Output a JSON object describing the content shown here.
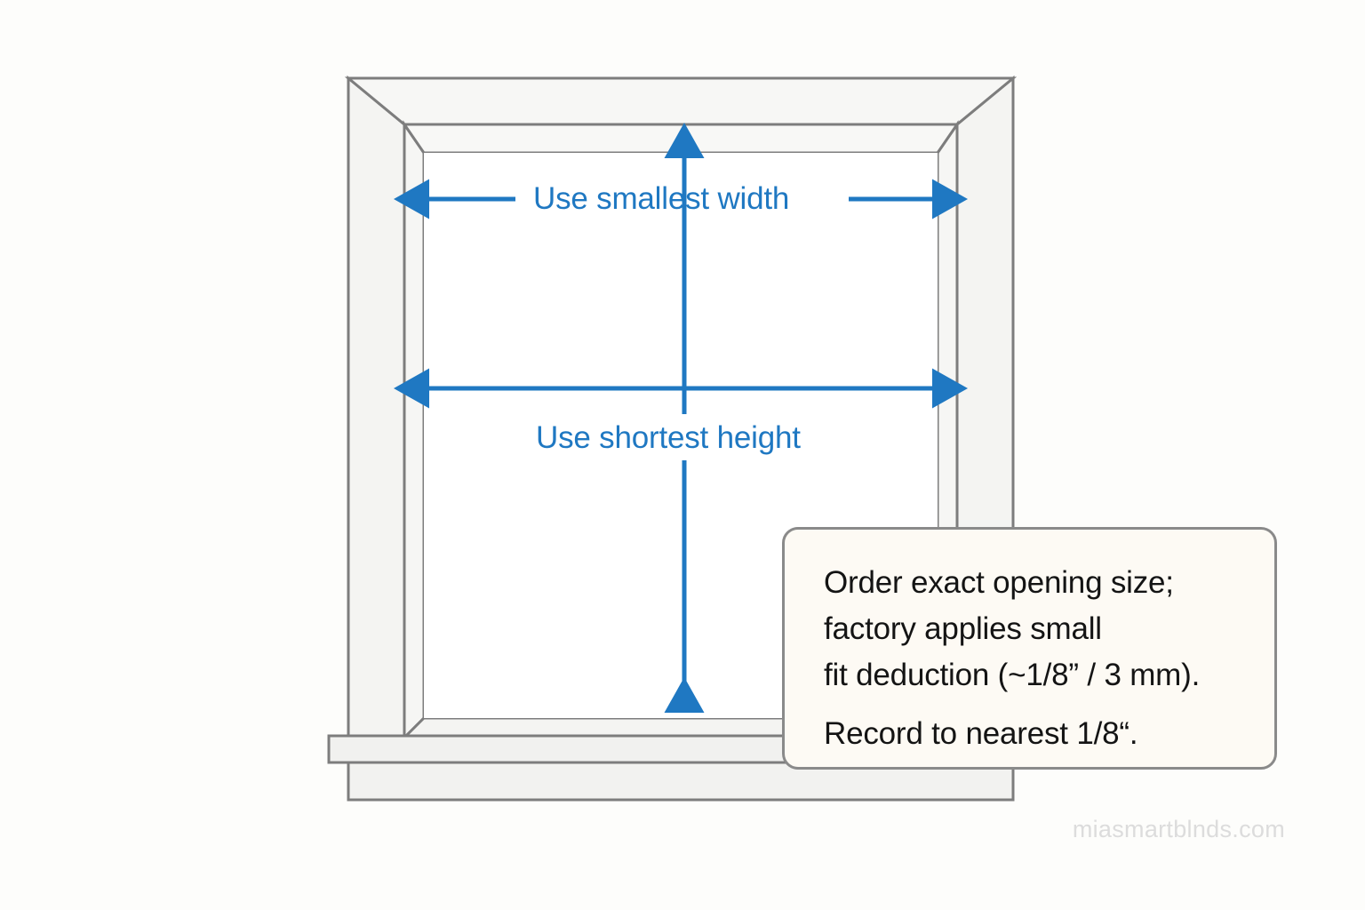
{
  "page": {
    "background_color": "#fdfdfb",
    "type": "instructional-diagram",
    "subject": "window-measurement"
  },
  "diagram": {
    "name": "window-opening-measurement",
    "frame": {
      "outer_casing_color": "#f3f3f1",
      "inner_jamb_color": "#f7f7f5",
      "stroke_color": "#7d7d7d",
      "opening_fill": "#ffffff",
      "sill_color": "#f1f1ef",
      "apron_color": "#f2f2f0"
    },
    "measurements": [
      {
        "id": "width-measure",
        "label": "Use smallest width",
        "orientation": "horizontal",
        "color": "#1f78c2",
        "position": "top"
      },
      {
        "id": "height-measure",
        "label": "Use shortest height",
        "orientation": "vertical",
        "color": "#1f78c2",
        "position": "center"
      },
      {
        "id": "mid-width-measure",
        "label": "",
        "orientation": "horizontal",
        "color": "#1f78c2",
        "position": "middle"
      }
    ]
  },
  "callout": {
    "border_color": "#8a8a8a",
    "background_color": "#fdfaf4",
    "lines": [
      "Order exact opening size;",
      "factory applies small",
      "fit deduction (~1/8” / 3 mm).",
      "Record to nearest 1/8“."
    ]
  },
  "watermark": {
    "text": "miasmartblnds.com",
    "color": "#dcdcdc"
  }
}
